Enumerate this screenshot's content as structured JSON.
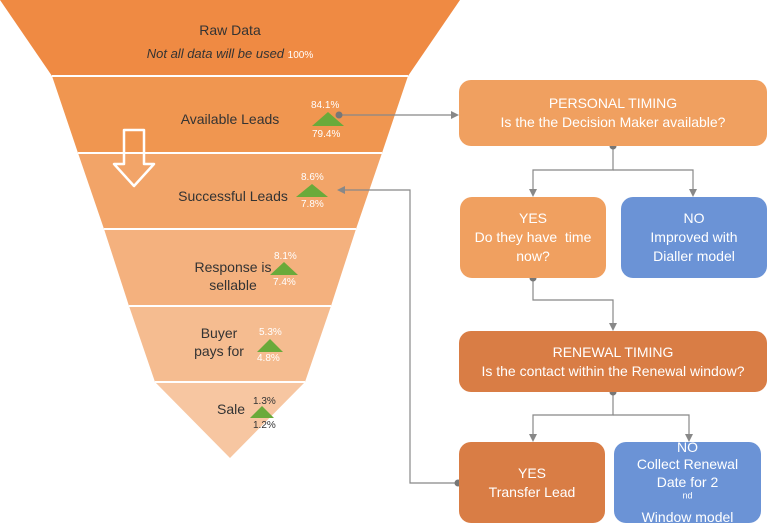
{
  "funnel": {
    "stages": [
      {
        "label": "Raw Data",
        "note": "Not all data will be used",
        "value": "100%"
      },
      {
        "label": "Available Leads",
        "top": "84.1%",
        "bottom": "79.4%"
      },
      {
        "label": "Successful Leads",
        "top": "8.6%",
        "bottom": "7.8%"
      },
      {
        "label_line1": "Response is",
        "label_line2": "sellable",
        "top": "8.1%",
        "bottom": "7.4%"
      },
      {
        "label_line1": "Buyer",
        "label_line2": "pays for",
        "top": "5.3%",
        "bottom": "4.8%"
      },
      {
        "label": "Sale",
        "top": "1.3%",
        "bottom": "1.2%"
      }
    ],
    "colors": [
      "#ef8a43",
      "#f09650",
      "#f2a468",
      "#f4b17e",
      "#f5bc90",
      "#f7c6a1"
    ],
    "indicator_color": "#6aaa3a"
  },
  "flow": {
    "personal": {
      "title": "PERSONAL TIMING",
      "text": "Is the the Decision Maker available?"
    },
    "yes1": {
      "title": "YES",
      "line1": "Do they have  time",
      "line2": "now?"
    },
    "no1": {
      "title": "NO",
      "line1": "Improved with",
      "line2": "Dialler model"
    },
    "renewal": {
      "title": "RENEWAL TIMING",
      "text": "Is the contact within the Renewal window?"
    },
    "yes2": {
      "title": "YES",
      "text": "Transfer Lead"
    },
    "no2": {
      "title": "NO",
      "line1": "Collect Renewal",
      "line2_pre": "Date for 2",
      "line2_sup": "nd",
      "line3": "Window model"
    }
  }
}
